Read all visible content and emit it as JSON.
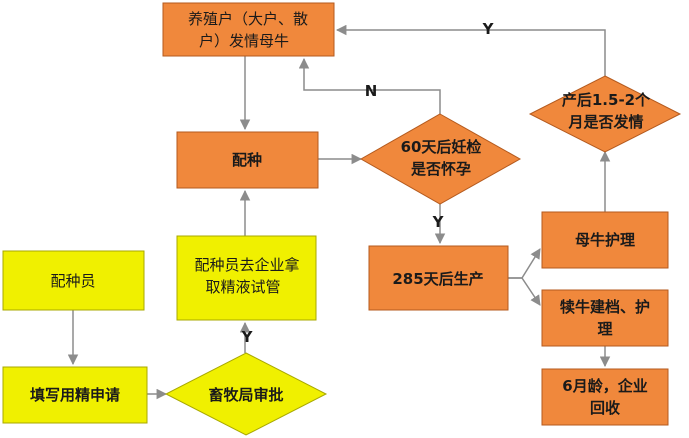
{
  "nodes": {
    "farmer": [
      "养殖户（大户、散",
      "户）发情母牛"
    ],
    "breeding": [
      "配种"
    ],
    "pregnancy_check": [
      "60天后妊检",
      "是否怀孕"
    ],
    "estrus_check": [
      "产后1.5-2个",
      "月是否发情"
    ],
    "birth": [
      "285天后生产"
    ],
    "cow_care": [
      "母牛护理"
    ],
    "calf_care": [
      "犊牛建档、护",
      "理"
    ],
    "recall": [
      "6月龄，企业",
      "回收"
    ],
    "fetch_semen": [
      "配种员去企业拿",
      "取精液试管"
    ],
    "technician": [
      "配种员"
    ],
    "application": [
      "填写用精申请"
    ],
    "approval": [
      "畜牧局审批"
    ]
  },
  "edge_labels": {
    "estrus_yes": "Y",
    "pregnancy_no": "N",
    "pregnancy_yes": "Y",
    "approval_yes": "Y"
  },
  "colors": {
    "orange_fill": "#F0883C",
    "orange_stroke": "#B45A1E",
    "yellow_fill": "#F0F000",
    "yellow_stroke": "#A8A800",
    "arrow": "#8C8C8C"
  }
}
